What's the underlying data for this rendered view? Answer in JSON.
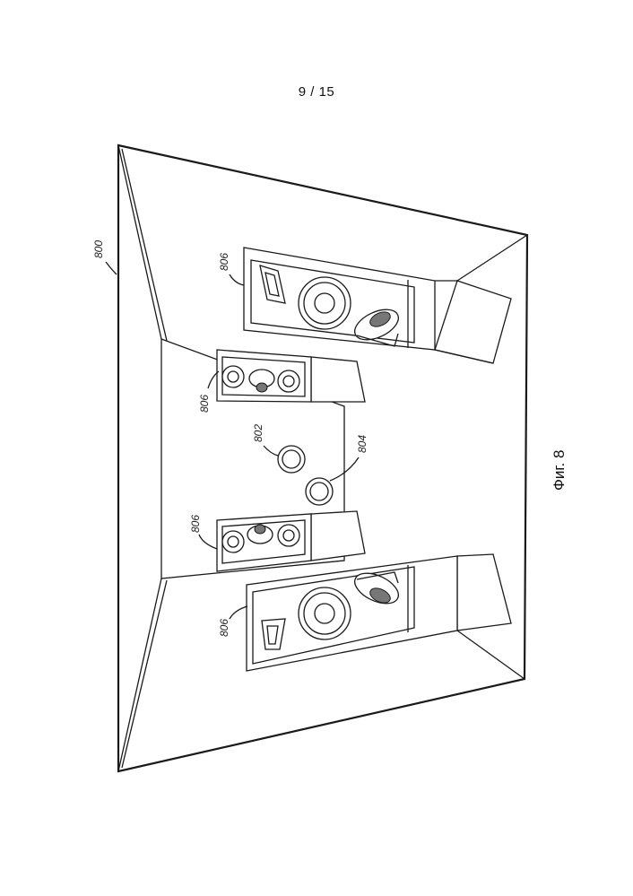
{
  "page": {
    "number": "9 / 15"
  },
  "figure": {
    "caption": "Фиг. 8",
    "labels": {
      "room": "800",
      "speaker_top_large": "806",
      "speaker_top_small": "806",
      "speaker_bottom_small": "806",
      "speaker_bottom_large": "806",
      "source_802": "802",
      "source_804": "804"
    }
  }
}
